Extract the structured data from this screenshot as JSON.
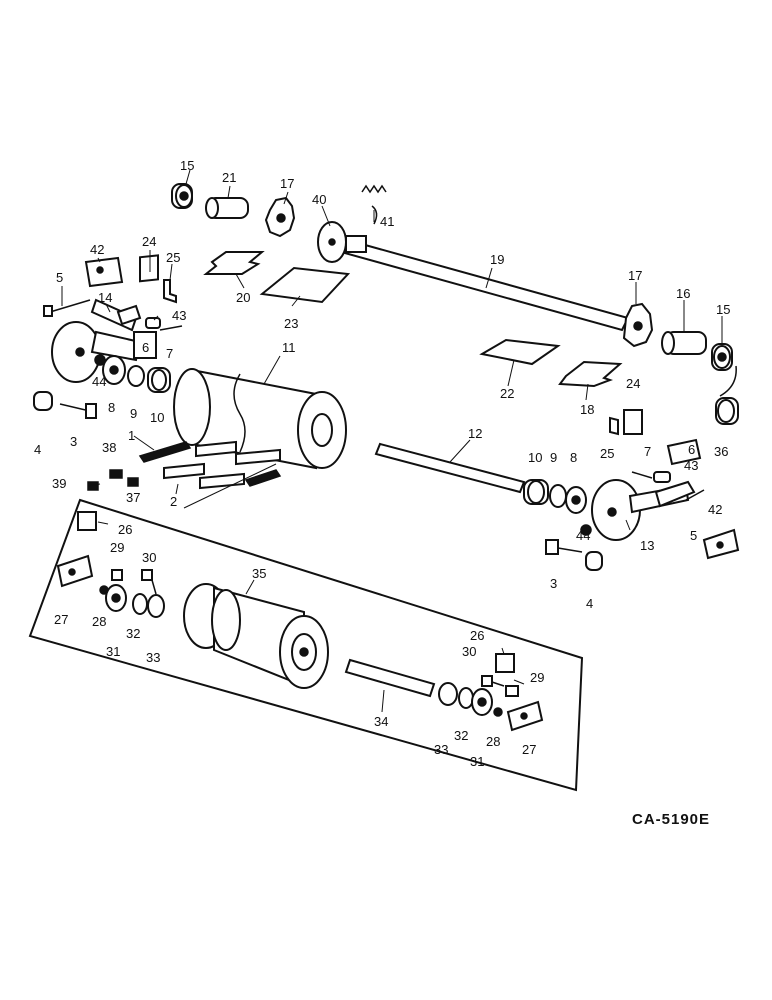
{
  "diagram_code": "CA-5190E",
  "callouts": {
    "c1": "1",
    "c2": "2",
    "c3a": "3",
    "c3b": "3",
    "c4a": "4",
    "c4b": "4",
    "c5a": "5",
    "c5b": "5",
    "c6a": "6",
    "c6b": "6",
    "c7a": "7",
    "c7b": "7",
    "c8a": "8",
    "c8b": "8",
    "c9a": "9",
    "c9b": "9",
    "c10a": "10",
    "c10b": "10",
    "c11": "11",
    "c12": "12",
    "c13": "13",
    "c14": "14",
    "c15a": "15",
    "c15b": "15",
    "c16": "16",
    "c17a": "17",
    "c17b": "17",
    "c18": "18",
    "c19": "19",
    "c20": "20",
    "c21": "21",
    "c22": "22",
    "c23": "23",
    "c24a": "24",
    "c24b": "24",
    "c25a": "25",
    "c25b": "25",
    "c26a": "26",
    "c26b": "26",
    "c27a": "27",
    "c27b": "27",
    "c28a": "28",
    "c28b": "28",
    "c29a": "29",
    "c29b": "29",
    "c30a": "30",
    "c30b": "30",
    "c31a": "31",
    "c31b": "31",
    "c32a": "32",
    "c32b": "32",
    "c33a": "33",
    "c33b": "33",
    "c34": "34",
    "c35": "35",
    "c36": "36",
    "c37": "37",
    "c38": "38",
    "c39": "39",
    "c40": "40",
    "c41": "41",
    "c42a": "42",
    "c42b": "42",
    "c43a": "43",
    "c43b": "43",
    "c44a": "44",
    "c44b": "44"
  }
}
